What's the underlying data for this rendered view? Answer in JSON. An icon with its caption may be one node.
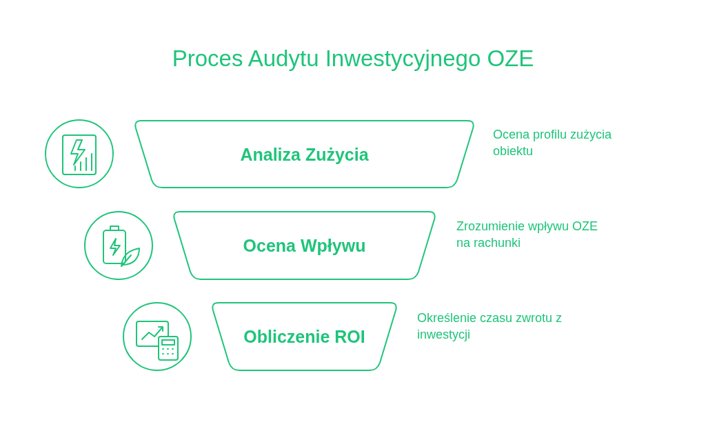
{
  "diagram": {
    "title": "Proces Audytu Inwestycyjnego OZE",
    "nodes": [
      {
        "text": [
          "Analiza Zużycia"
        ],
        "beside": [
          "Ocena profilu zużycia obiektu"
        ]
      },
      {
        "text": [
          "Ocena Wpływu"
        ],
        "beside": [
          "Zrozumienie wpływu OZE na rachunki"
        ]
      },
      {
        "text": [
          "Obliczenie ROI"
        ],
        "beside": [
          "Określenie czasu zwrotu z inwestycji"
        ]
      }
    ]
  }
}
